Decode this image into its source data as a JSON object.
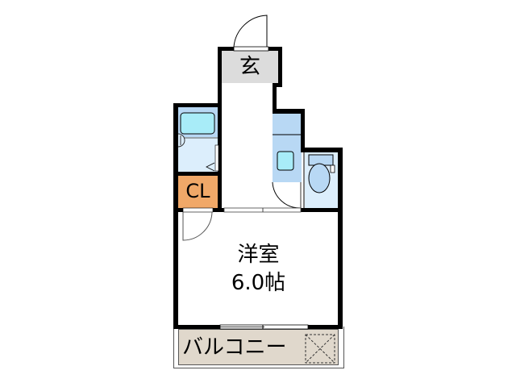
{
  "floorplan": {
    "rooms": {
      "entrance": {
        "label": "玄",
        "fill": "#dcdcdc"
      },
      "closet": {
        "label": "CL",
        "fill": "#f0a868"
      },
      "western_room": {
        "label": "洋室",
        "size": "6.0帖",
        "fill": "#ffffff"
      },
      "balcony": {
        "label": "バルコニー",
        "fill": "#e0d8cc"
      },
      "bathroom": {
        "fill": "#dceefc",
        "tub_fill": "#a8ecf8"
      },
      "kitchen": {
        "fill": "#b8d8f4",
        "sink_fill": "#a8ecf8"
      },
      "toilet": {
        "fill": "#dceefc",
        "fixture_fill": "#b8d8f4"
      }
    },
    "colors": {
      "wall": "#000000",
      "background": "#ffffff"
    },
    "icons": [
      "door-swing-icon",
      "bathtub-icon",
      "washbasin-icon",
      "sink-icon",
      "toilet-icon",
      "storage-hatch-icon"
    ]
  }
}
